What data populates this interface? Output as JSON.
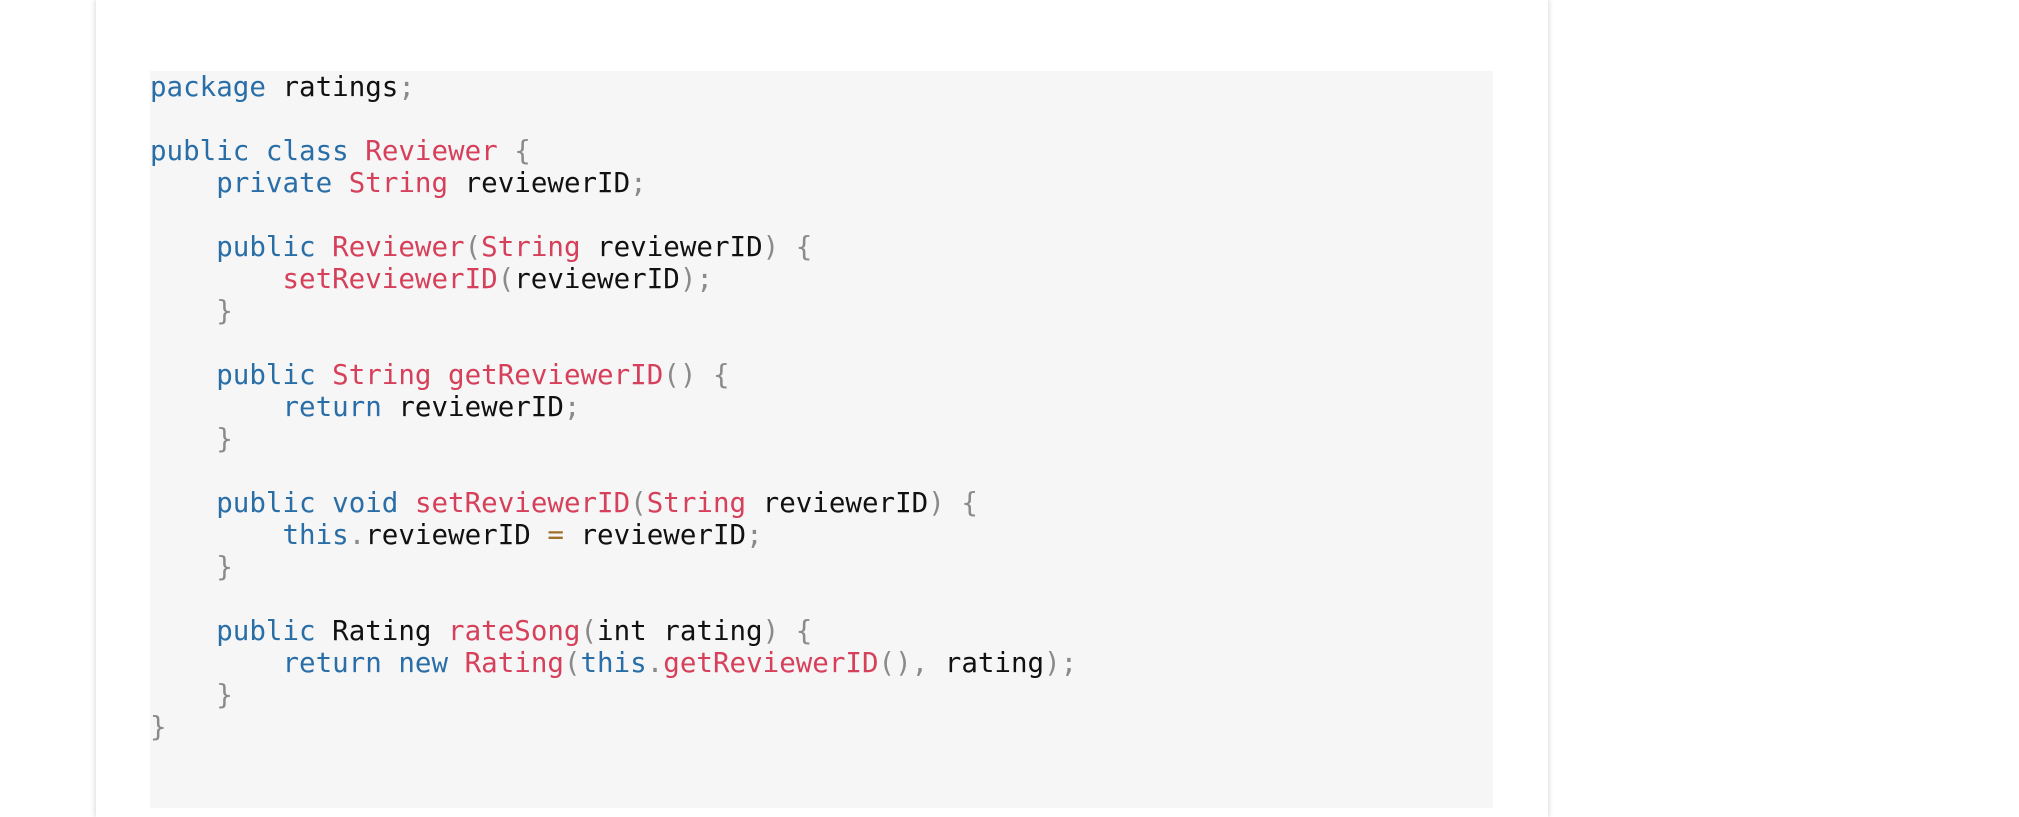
{
  "colors": {
    "keyword": "#2a6ea8",
    "type_or_function": "#d6405a",
    "punctuation": "#8a8a8a",
    "operator": "#a0702a",
    "identifier": "#111111",
    "code_background": "#f6f6f6"
  },
  "code": {
    "language": "java",
    "lines": [
      [
        {
          "t": "kw",
          "s": "package"
        },
        {
          "t": "id",
          "s": " ratings"
        },
        {
          "t": "pn",
          "s": ";"
        }
      ],
      [],
      [
        {
          "t": "kw",
          "s": "public"
        },
        {
          "t": "id",
          "s": " "
        },
        {
          "t": "kw",
          "s": "class"
        },
        {
          "t": "id",
          "s": " "
        },
        {
          "t": "ty",
          "s": "Reviewer"
        },
        {
          "t": "id",
          "s": " "
        },
        {
          "t": "pn",
          "s": "{"
        }
      ],
      [
        {
          "t": "id",
          "s": "    "
        },
        {
          "t": "kw",
          "s": "private"
        },
        {
          "t": "id",
          "s": " "
        },
        {
          "t": "ty",
          "s": "String"
        },
        {
          "t": "id",
          "s": " reviewerID"
        },
        {
          "t": "pn",
          "s": ";"
        }
      ],
      [],
      [
        {
          "t": "id",
          "s": "    "
        },
        {
          "t": "kw",
          "s": "public"
        },
        {
          "t": "id",
          "s": " "
        },
        {
          "t": "fn",
          "s": "Reviewer"
        },
        {
          "t": "pn",
          "s": "("
        },
        {
          "t": "ty",
          "s": "String"
        },
        {
          "t": "id",
          "s": " reviewerID"
        },
        {
          "t": "pn",
          "s": ")"
        },
        {
          "t": "id",
          "s": " "
        },
        {
          "t": "pn",
          "s": "{"
        }
      ],
      [
        {
          "t": "id",
          "s": "        "
        },
        {
          "t": "fn",
          "s": "setReviewerID"
        },
        {
          "t": "pn",
          "s": "("
        },
        {
          "t": "id",
          "s": "reviewerID"
        },
        {
          "t": "pn",
          "s": ");"
        }
      ],
      [
        {
          "t": "id",
          "s": "    "
        },
        {
          "t": "pn",
          "s": "}"
        }
      ],
      [],
      [
        {
          "t": "id",
          "s": "    "
        },
        {
          "t": "kw",
          "s": "public"
        },
        {
          "t": "id",
          "s": " "
        },
        {
          "t": "ty",
          "s": "String"
        },
        {
          "t": "id",
          "s": " "
        },
        {
          "t": "fn",
          "s": "getReviewerID"
        },
        {
          "t": "pn",
          "s": "()"
        },
        {
          "t": "id",
          "s": " "
        },
        {
          "t": "pn",
          "s": "{"
        }
      ],
      [
        {
          "t": "id",
          "s": "        "
        },
        {
          "t": "kw",
          "s": "return"
        },
        {
          "t": "id",
          "s": " reviewerID"
        },
        {
          "t": "pn",
          "s": ";"
        }
      ],
      [
        {
          "t": "id",
          "s": "    "
        },
        {
          "t": "pn",
          "s": "}"
        }
      ],
      [],
      [
        {
          "t": "id",
          "s": "    "
        },
        {
          "t": "kw",
          "s": "public"
        },
        {
          "t": "id",
          "s": " "
        },
        {
          "t": "kw",
          "s": "void"
        },
        {
          "t": "id",
          "s": " "
        },
        {
          "t": "fn",
          "s": "setReviewerID"
        },
        {
          "t": "pn",
          "s": "("
        },
        {
          "t": "ty",
          "s": "String"
        },
        {
          "t": "id",
          "s": " reviewerID"
        },
        {
          "t": "pn",
          "s": ")"
        },
        {
          "t": "id",
          "s": " "
        },
        {
          "t": "pn",
          "s": "{"
        }
      ],
      [
        {
          "t": "id",
          "s": "        "
        },
        {
          "t": "kw",
          "s": "this"
        },
        {
          "t": "pn",
          "s": "."
        },
        {
          "t": "id",
          "s": "reviewerID "
        },
        {
          "t": "op",
          "s": "="
        },
        {
          "t": "id",
          "s": " reviewerID"
        },
        {
          "t": "pn",
          "s": ";"
        }
      ],
      [
        {
          "t": "id",
          "s": "    "
        },
        {
          "t": "pn",
          "s": "}"
        }
      ],
      [],
      [
        {
          "t": "id",
          "s": "    "
        },
        {
          "t": "kw",
          "s": "public"
        },
        {
          "t": "id",
          "s": " Rating "
        },
        {
          "t": "fn",
          "s": "rateSong"
        },
        {
          "t": "pn",
          "s": "("
        },
        {
          "t": "id",
          "s": "int rating"
        },
        {
          "t": "pn",
          "s": ")"
        },
        {
          "t": "id",
          "s": " "
        },
        {
          "t": "pn",
          "s": "{"
        }
      ],
      [
        {
          "t": "id",
          "s": "        "
        },
        {
          "t": "kw",
          "s": "return"
        },
        {
          "t": "id",
          "s": " "
        },
        {
          "t": "kw",
          "s": "new"
        },
        {
          "t": "id",
          "s": " "
        },
        {
          "t": "fn",
          "s": "Rating"
        },
        {
          "t": "pn",
          "s": "("
        },
        {
          "t": "kw",
          "s": "this"
        },
        {
          "t": "pn",
          "s": "."
        },
        {
          "t": "fn",
          "s": "getReviewerID"
        },
        {
          "t": "pn",
          "s": "(),"
        },
        {
          "t": "id",
          "s": " rating"
        },
        {
          "t": "pn",
          "s": ");"
        }
      ],
      [
        {
          "t": "id",
          "s": "    "
        },
        {
          "t": "pn",
          "s": "}"
        }
      ],
      [
        {
          "t": "pn",
          "s": "}"
        }
      ]
    ]
  }
}
